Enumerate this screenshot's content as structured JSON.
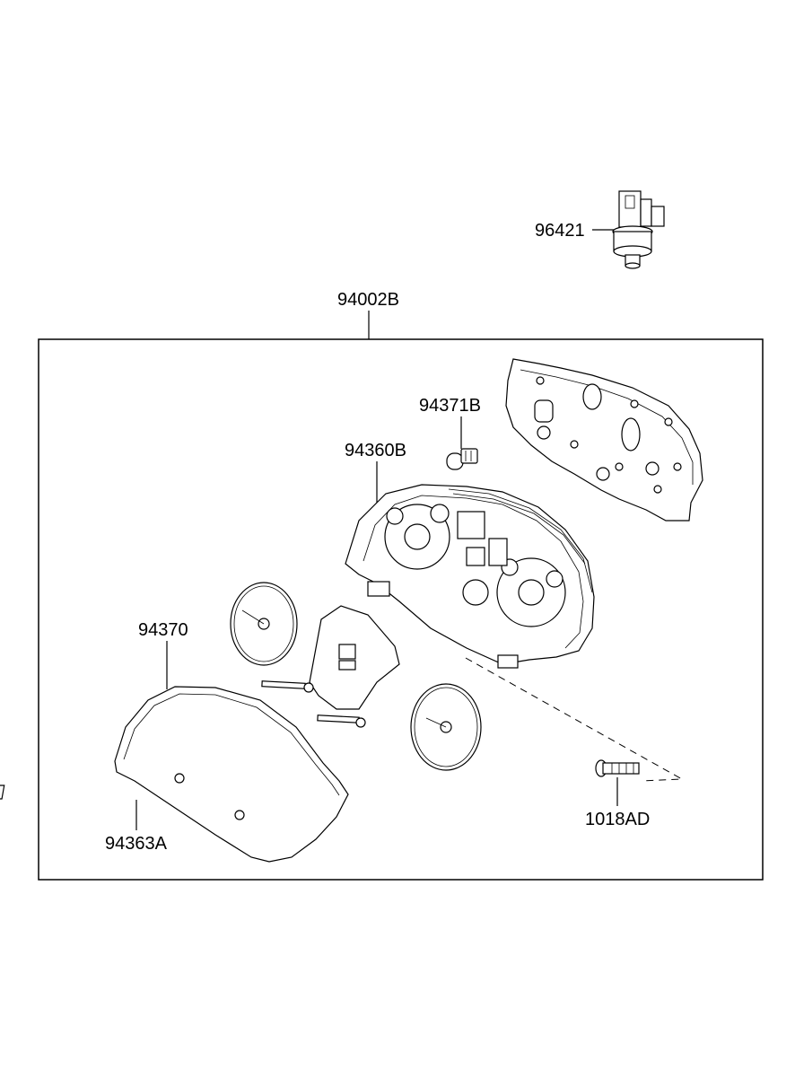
{
  "labels": {
    "sensor": "96421",
    "assembly": "94002B",
    "bulb": "94371B",
    "cluster_case": "94360B",
    "glass": "94370",
    "clip": "94363A",
    "screw": "1018AD"
  }
}
